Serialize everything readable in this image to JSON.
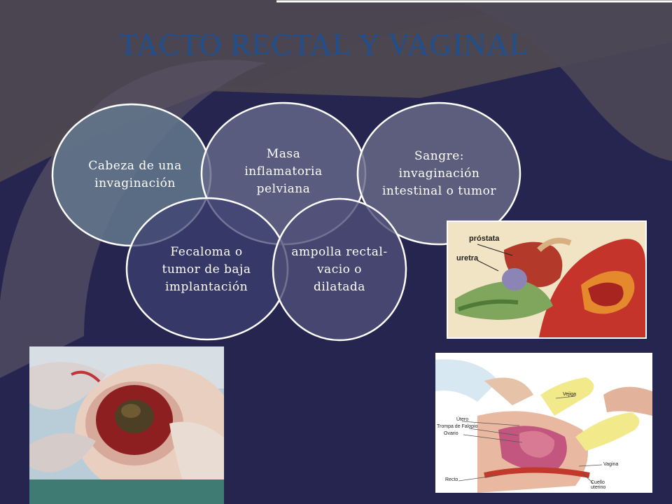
{
  "slide": {
    "title": "TACTO RECTAL Y VAGINAL",
    "circles": [
      {
        "text": "Cabeza de una invaginación"
      },
      {
        "text": "Masa inflamatoria pelviana"
      },
      {
        "text": "Sangre: invaginación intestinal o tumor"
      },
      {
        "text": "Fecaloma o tumor de baja implantación"
      },
      {
        "text": "ampolla rectal- vacio o dilatada"
      }
    ]
  },
  "images": {
    "prostate": {
      "labels": [
        "próstata",
        "uretra"
      ]
    },
    "exam": {
      "labels": [
        "Vejiga",
        "Útero",
        "Trompa de Falopio",
        "Ovario",
        "Recto",
        "Vagina",
        "Cuello uterino"
      ]
    }
  },
  "colors": {
    "background": "#26254f",
    "title": "#1f4f8f",
    "accent": "#4a4a6a"
  }
}
